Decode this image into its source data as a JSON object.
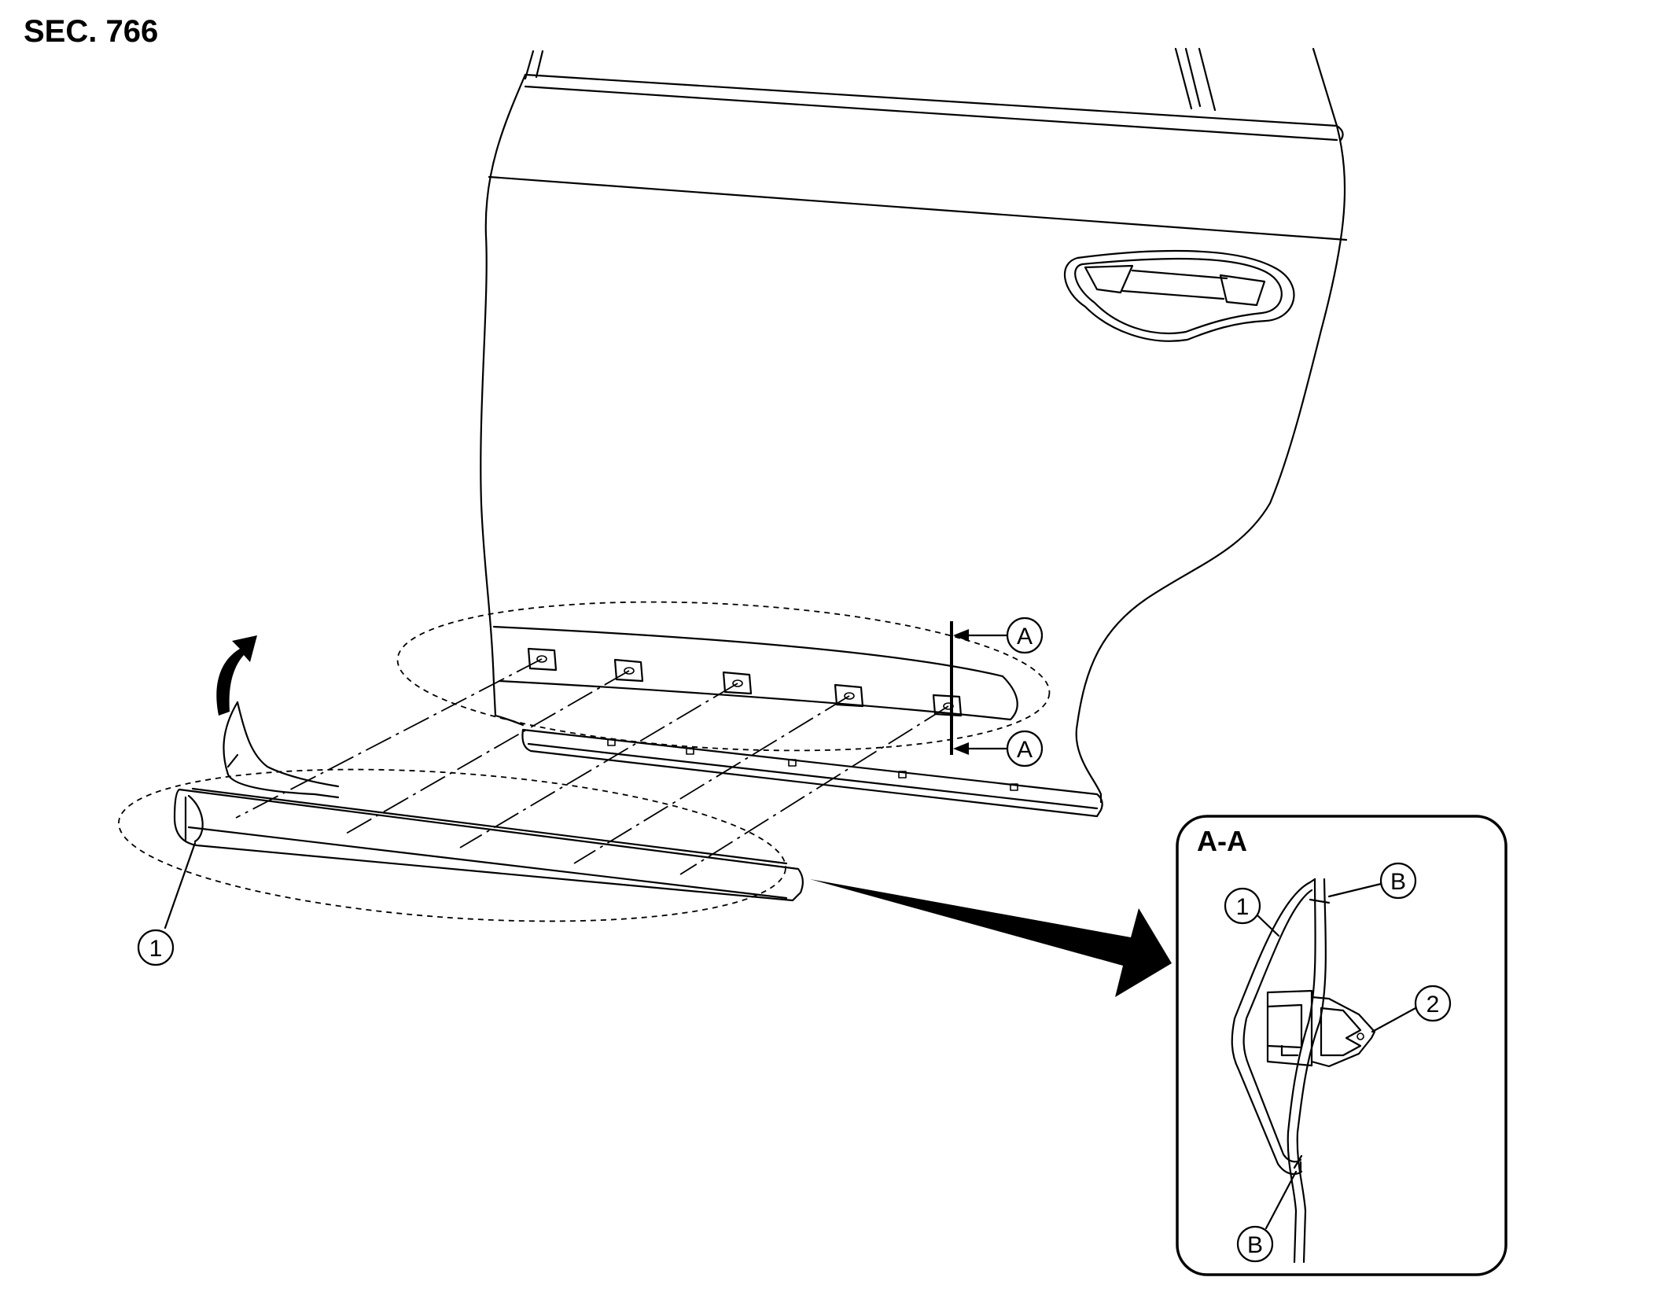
{
  "section": "SEC. 766",
  "detail_title": "A-A",
  "callouts": {
    "part_1": "1",
    "part_2": "2",
    "section_a": "A",
    "point_b": "B"
  }
}
